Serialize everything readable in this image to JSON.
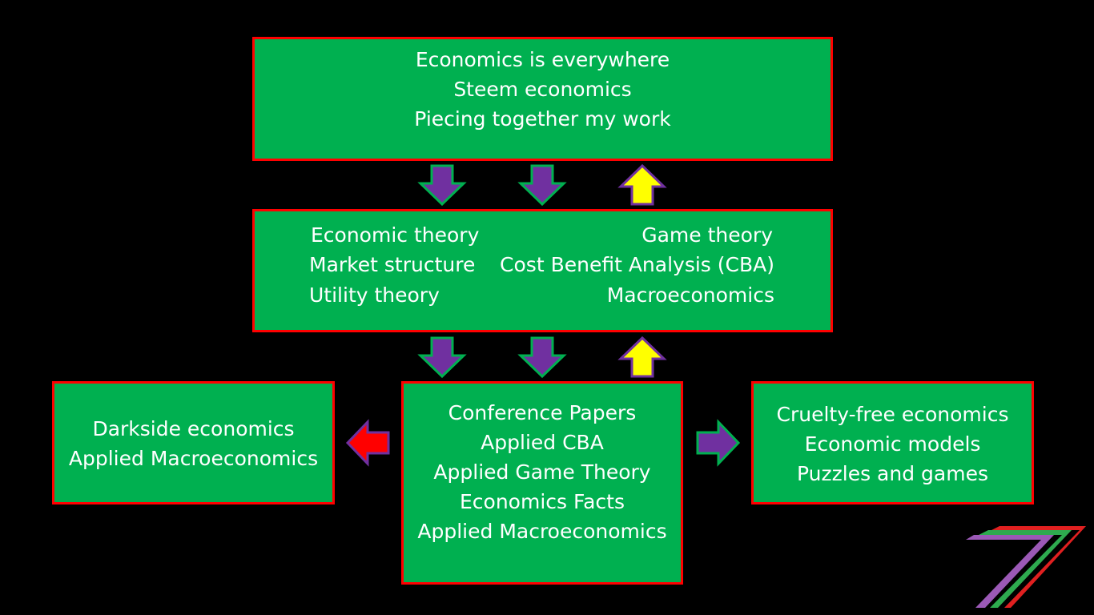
{
  "top_box": {
    "lines": [
      "Economics is everywhere",
      "Steem economics",
      "Piecing together my work"
    ]
  },
  "middle_box": {
    "left_lines": [
      "Economic theory",
      "Market structure",
      "Utility theory"
    ],
    "right_lines": [
      "Game theory",
      "Cost Benefit Analysis (CBA)",
      "Macroeconomics"
    ]
  },
  "bottom_center_box": {
    "lines": [
      "Conference Papers",
      "Applied CBA",
      "Applied Game Theory",
      "Economics Facts",
      "Applied Macroeconomics"
    ]
  },
  "bottom_left_box": {
    "lines": [
      "Darkside economics",
      "Applied Macroeconomics"
    ]
  },
  "bottom_right_box": {
    "lines": [
      "Cruelty-free economics",
      "Economic models",
      "Puzzles and games"
    ]
  },
  "colors": {
    "box_fill": "#00b050",
    "box_border": "#ff0000",
    "down_arrow_fill": "#7030a0",
    "down_arrow_border": "#00b050",
    "up_arrow_fill": "#ffff00",
    "up_arrow_border": "#7030a0",
    "left_arrow_fill": "#ff0000",
    "left_arrow_border": "#7030a0",
    "right_arrow_fill": "#7030a0",
    "right_arrow_border": "#00b050",
    "background": "#000000"
  }
}
